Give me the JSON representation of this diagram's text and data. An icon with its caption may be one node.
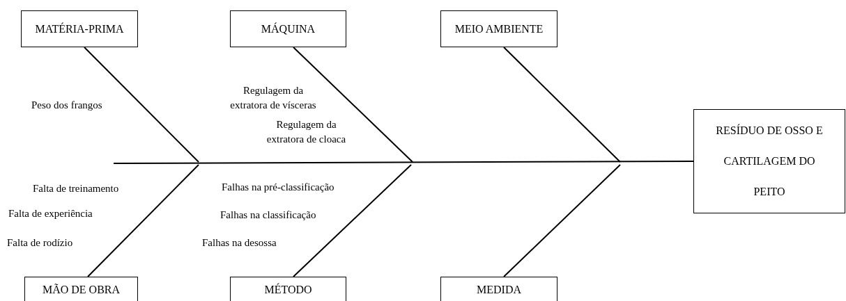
{
  "diagram": {
    "nodes": [
      {
        "text": [
          "MATÉRIA-PRIMA"
        ]
      },
      {
        "text": [
          "MÁQUINA"
        ]
      },
      {
        "text": [
          "MEIO AMBIENTE"
        ]
      },
      {
        "text": [
          "RESÍDUO DE OSSO E CARTILAGEM DO PEITO"
        ]
      },
      {
        "text": [
          "MÃO DE OBRA"
        ]
      },
      {
        "text": [
          "MÉTODO"
        ]
      },
      {
        "text": [
          "MEDIDA"
        ]
      }
    ],
    "edges": [
      {
        "from": 0,
        "to": null,
        "arrow": "none"
      },
      {
        "from": 1,
        "to": null,
        "arrow": "none"
      },
      {
        "from": 2,
        "to": null,
        "arrow": "none"
      },
      {
        "from": 4,
        "to": null,
        "arrow": "none"
      },
      {
        "from": 5,
        "to": null,
        "arrow": "none"
      },
      {
        "from": 6,
        "to": null,
        "arrow": "none"
      },
      {
        "from": null,
        "to": 3,
        "arrow": "none"
      }
    ],
    "labels": [
      "Peso dos frangos",
      "Regulagem da extratora de vísceras",
      "Regulagem da extratora de cloaca",
      "Falta de treinamento",
      "Falhas na pré-classificação",
      "Falta de experiência",
      "Falhas na classificação",
      "Falta de rodízio",
      "Falhas na desossa"
    ]
  }
}
